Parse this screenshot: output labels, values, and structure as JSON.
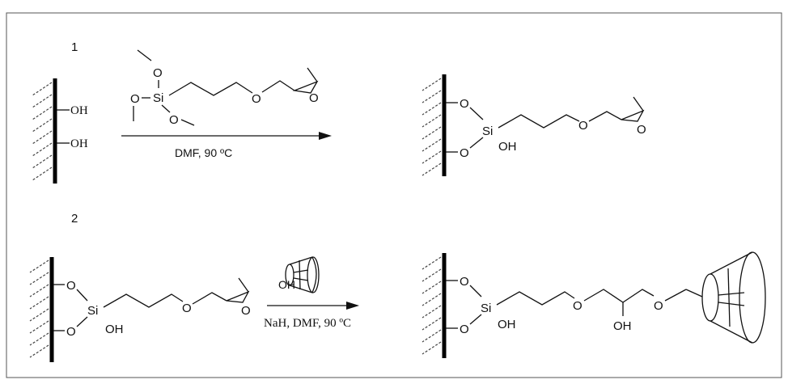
{
  "steps": [
    {
      "number": "1",
      "reagent_atoms": {
        "o_top": "O",
        "si": "Si",
        "o_left": "O",
        "o_right": "O",
        "o_ether": "O",
        "o_epoxide": "O"
      },
      "start_atoms": {
        "oh_top": "OH",
        "oh_bottom": "OH"
      },
      "conditions": "DMF, 90 ºC",
      "product_atoms": {
        "o_top": "O",
        "o_bottom": "O",
        "si": "Si",
        "oh": "OH",
        "o_ether": "O",
        "o_epoxide": "O"
      }
    },
    {
      "number": "2",
      "start_atoms": {
        "o_top": "O",
        "o_bottom": "O",
        "si": "Si",
        "oh": "OH",
        "o_ether": "O",
        "o_epoxide": "O"
      },
      "reagent_atoms": {
        "oh": "OH"
      },
      "conditions": "NaH, DMF, 90 ºC",
      "product_atoms": {
        "o_top": "O",
        "o_bottom": "O",
        "si": "Si",
        "oh": "OH",
        "o_ether1": "O",
        "oh_mid": "OH",
        "o_ether2": "O"
      }
    }
  ],
  "colors": {
    "ink": "#111111",
    "frame": "#555555",
    "background": "#ffffff"
  }
}
